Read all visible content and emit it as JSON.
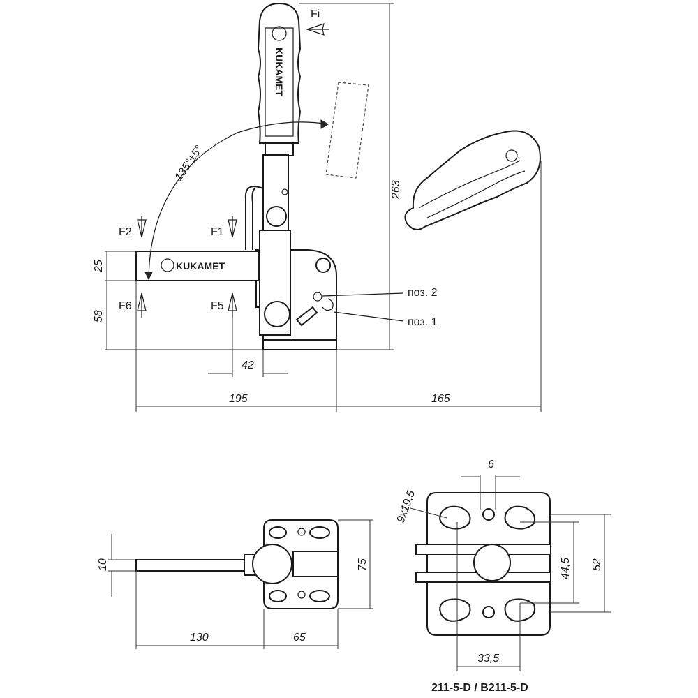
{
  "labels": {
    "fi": "Fi",
    "f1": "F1",
    "f2": "F2",
    "f5": "F5",
    "f6": "F6",
    "angle": "135°±5°",
    "pos2": "поз. 2",
    "pos1": "поз. 1",
    "brand_bar": "KUKAMET",
    "brand_handle": "KUKAMET"
  },
  "dimensions": {
    "d263": "263",
    "d25": "25",
    "d58": "58",
    "d42": "42",
    "d195": "195",
    "d165": "165",
    "d10": "10",
    "d130": "130",
    "d65": "65",
    "d75": "75",
    "d6": "6",
    "slot": "9x19,5",
    "d44_5": "44,5",
    "d52": "52",
    "d33_5": "33,5"
  },
  "caption": "211-5-D / B211-5-D"
}
